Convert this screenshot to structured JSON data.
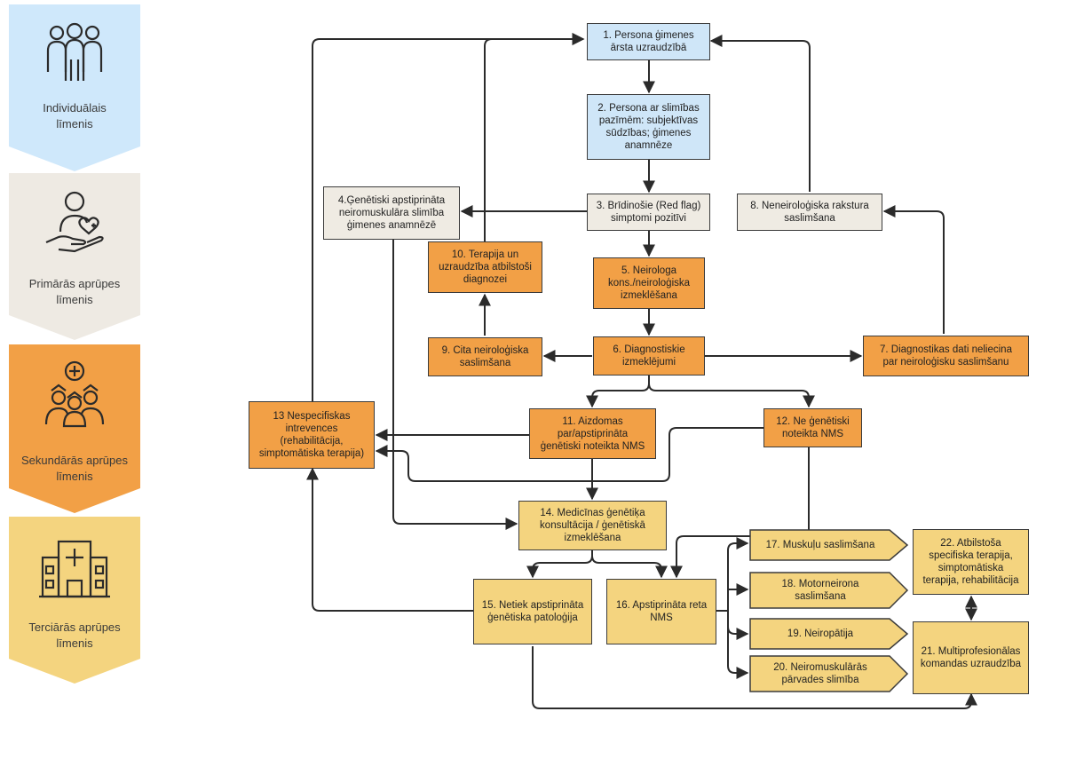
{
  "levels": [
    {
      "label": "Individuālais\nlīmenis",
      "icon": "people-group-icon",
      "color": "#cfe8fb"
    },
    {
      "label": "Primārās aprūpes\nlīmenis",
      "icon": "heart-hand-care-icon",
      "color": "#eeeae3"
    },
    {
      "label": "Sekundārās aprūpes\nlīmenis",
      "icon": "medical-team-icon",
      "color": "#f2a046"
    },
    {
      "label": "Terciārās aprūpes\nlīmenis",
      "icon": "hospital-icon",
      "color": "#f4d47f"
    }
  ],
  "nodes": {
    "n1": "1. Persona ģimenes\nārsta uzraudzībā",
    "n2": "2. Persona ar slimības\npazīmēm: subjektīvas\nsūdzības; ģimenes\nanamnēze",
    "n3": "3. Brīdinošie (Red flag)\nsimptomi pozitīvi",
    "n4": "4.Ģenētiski apstiprināta\nneiromuskulāra slimība\nģimenes anamnēzē",
    "n5": "5. Neirologa\nkons./neiroloģiska\nizmeklēšana",
    "n6": "6. Diagnostiskie\nizmeklējumi",
    "n7": "7. Diagnostikas dati neliecina\npar neiroloģisku saslimšanu",
    "n8": "8. Neneiroloģiska rakstura\nsaslimšana",
    "n9": "9. Cita neiroloģiska\nsaslimšana",
    "n10": "10. Terapija un\nuzraudzība atbilstoši\ndiagnozei",
    "n11": "11. Aizdomas\npar/apstiprināta\nģenētiski noteikta NMS",
    "n12": "12. Ne ģenētiski\nnoteikta NMS",
    "n13": "13 Nespecifiskas\nintrevences\n(rehabilitācija,\nsimptomātiska terapija)",
    "n14": "14. Medicīnas ģenētiķa\nkonsultācija / ģenētiskā\nizmeklēšana",
    "n15": "15. Netiek apstiprināta\nģenētiska patoloģija",
    "n16": "16. Apstiprināta reta\nNMS",
    "n17": "17. Muskuļu saslimšana",
    "n18": "18. Motorneirona\nsaslimšana",
    "n19": "19. Neiropātija",
    "n20": "20. Neiromuskulārās\npārvades slimība",
    "n21": "21. Multiprofesionālas\nkomandas uzraudzība",
    "n22": "22. Atbilstoša\nspecifiska terapija,\nsimptomātiska\nterapija, rehabilitācija"
  },
  "colors": {
    "blue": "#cfe6f8",
    "beige": "#efebe3",
    "orange": "#f2a046",
    "yellow": "#f4d47f",
    "line": "#2b2b2b"
  }
}
